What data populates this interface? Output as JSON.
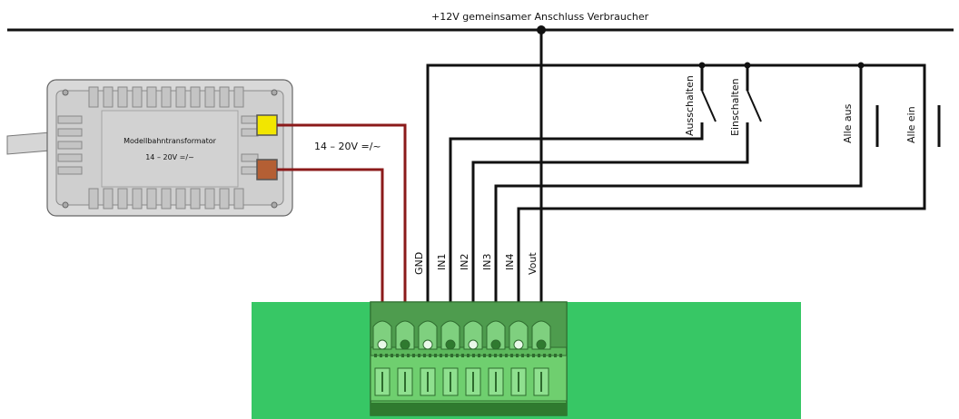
{
  "bus_label": "+12V  gemeinsamer Anschluss Verbraucher",
  "transformer": {
    "name": "Modellbahntransformator",
    "rating": "14 – 20V =/~"
  },
  "supply_label": "14 – 20V =/~",
  "terminal_labels": [
    "GND",
    "IN1",
    "IN2",
    "IN3",
    "IN4",
    "Vout"
  ],
  "switches": [
    {
      "label": "Ausschalten"
    },
    {
      "label": "Einschalten"
    }
  ],
  "buttons": [
    {
      "label": "Alle aus"
    },
    {
      "label": "Alle ein"
    }
  ],
  "colors": {
    "wire_red": "#8b1a1a",
    "wire_black": "#111111",
    "board_green": "#37c765",
    "connector_green": "#5cb85c",
    "transformer_body": "#d6d6d6",
    "terminal_yellow": "#f2e600",
    "terminal_brown": "#b45f34"
  }
}
